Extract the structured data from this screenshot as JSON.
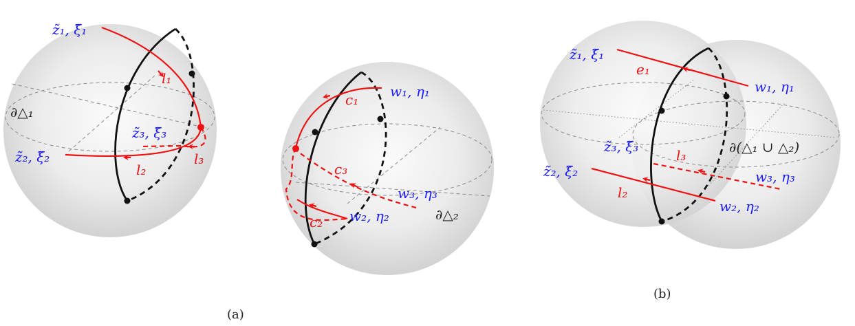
{
  "diagram": {
    "panel_a": {
      "caption": "(a)",
      "sphere1": {
        "boundary": "∂△₁",
        "points": [
          "z̃₁, ξ̃₁",
          "z̃₂, ξ̃₂",
          "z̃₃, ξ̃₃"
        ],
        "edges": [
          "l₁",
          "l₂",
          "l₃"
        ]
      },
      "sphere2": {
        "boundary": "∂△₂",
        "points": [
          "w₁, η₁",
          "w₂, η₂",
          "w₃, η₃"
        ],
        "edges": [
          "c₁",
          "c₂",
          "c₃"
        ]
      }
    },
    "panel_b": {
      "caption": "(b)",
      "boundary": "∂(△₁ ∪ △₂)",
      "left_points": [
        "z̃₁, ξ̃₁",
        "z̃₃, ξ̃₃",
        "z̃₂, ξ̃₂"
      ],
      "right_points": [
        "w₁, η₁",
        "w₃, η₃",
        "w₂, η₂"
      ],
      "edges": [
        "e₁",
        "l₃",
        "l₂"
      ]
    }
  }
}
